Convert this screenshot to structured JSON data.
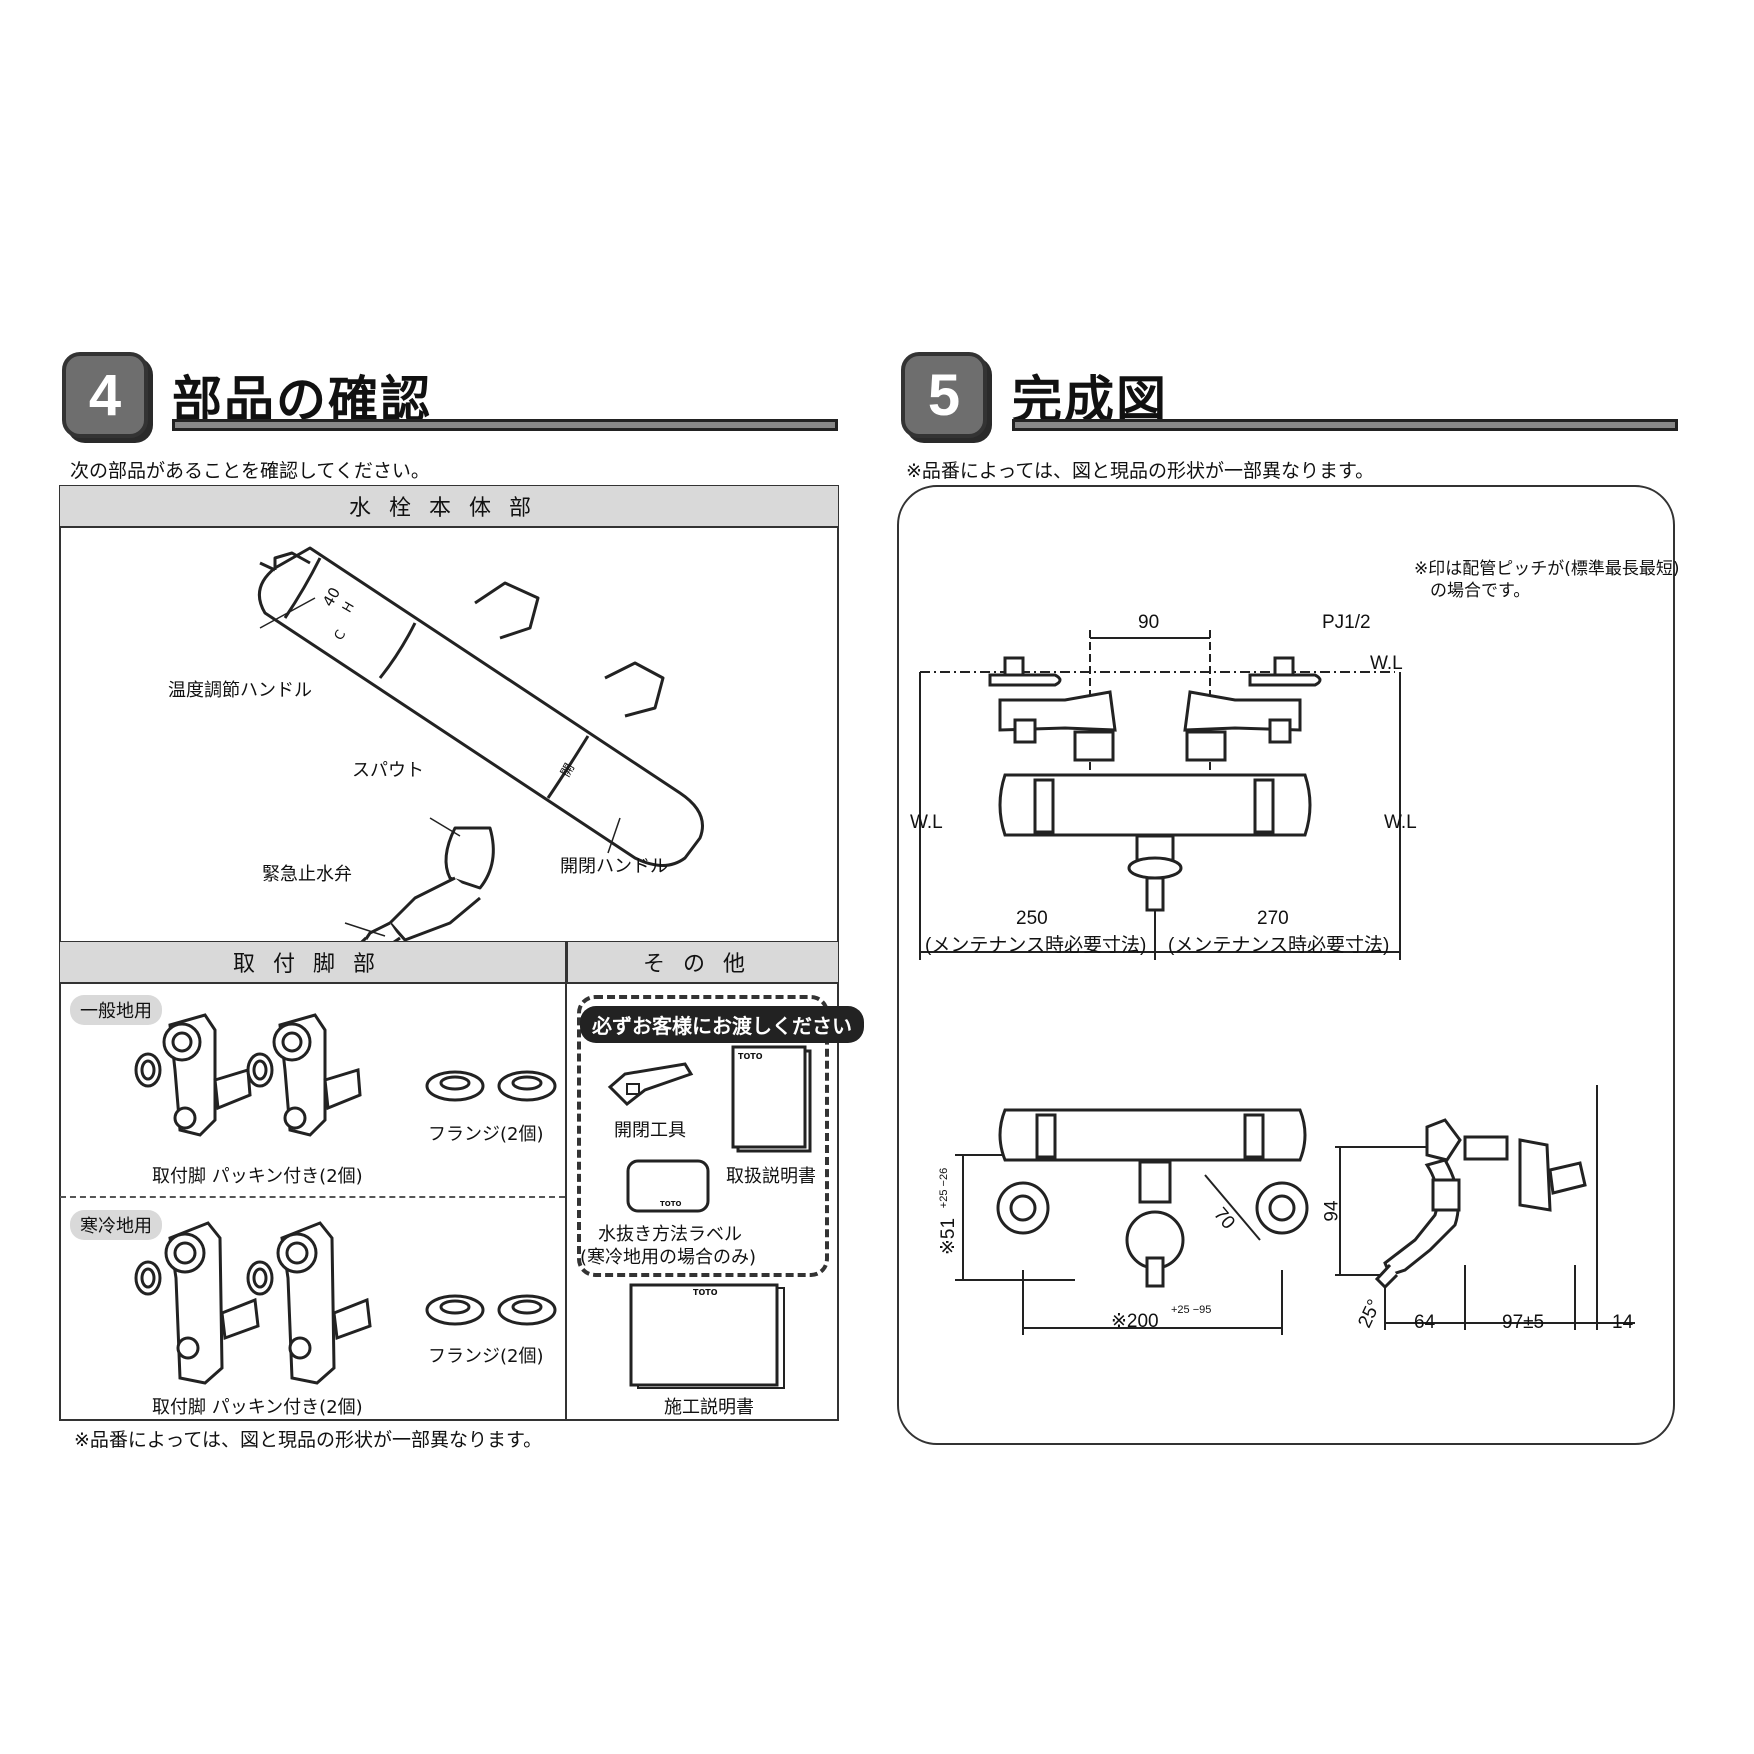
{
  "section4": {
    "number": "4",
    "title": "部品の確認",
    "intro": "次の部品があることを確認してください。",
    "main_header": "水栓本体部",
    "labels": {
      "temp_handle": "温度調節ハンドル",
      "spout": "スパウト",
      "emergency_valve": "緊急止水弁",
      "open_handle": "開閉ハンドル"
    },
    "legs_header": "取付脚部",
    "other_header": "その他",
    "general": {
      "tag": "一般地用",
      "legs_caption": "取付脚 パッキン付き(2個)",
      "flange_caption": "フランジ(2個)"
    },
    "cold": {
      "tag": "寒冷地用",
      "legs_caption": "取付脚 パッキン付き(2個)",
      "flange_caption": "フランジ(2個)"
    },
    "other": {
      "must_give": "必ずお客様にお渡しください",
      "tool": "開閉工具",
      "manual": "取扱説明書",
      "drain_label": "水抜き方法ラベル",
      "drain_note": "(寒冷地用の場合のみ)",
      "install_manual": "施工説明書",
      "brand": "TOTO"
    },
    "footnote": "※品番によっては、図と現品の形状が一部異なります。",
    "dial_marks": {
      "temp": "40",
      "hot": "H",
      "cold": "C",
      "open": "開"
    }
  },
  "section5": {
    "number": "5",
    "title": "完成図",
    "note": "※品番によっては、図と現品の形状が一部異なります。",
    "pitch_note_line1": "※印は配管ピッチが(標準最長最短)",
    "pitch_note_line2": "の場合です。",
    "dims": {
      "d90": "90",
      "pj": "PJ1/2",
      "wl": "W.L",
      "d250": "250",
      "d270": "270",
      "maint": "(メンテナンス時必要寸法)",
      "d51": "※51",
      "d51_tol": "+25 −26",
      "d70": "70",
      "d200": "※200",
      "d200_tol": "+25 −95",
      "d94": "94",
      "d25": "25°",
      "d64": "64",
      "d97": "97±5",
      "d14": "14"
    }
  }
}
